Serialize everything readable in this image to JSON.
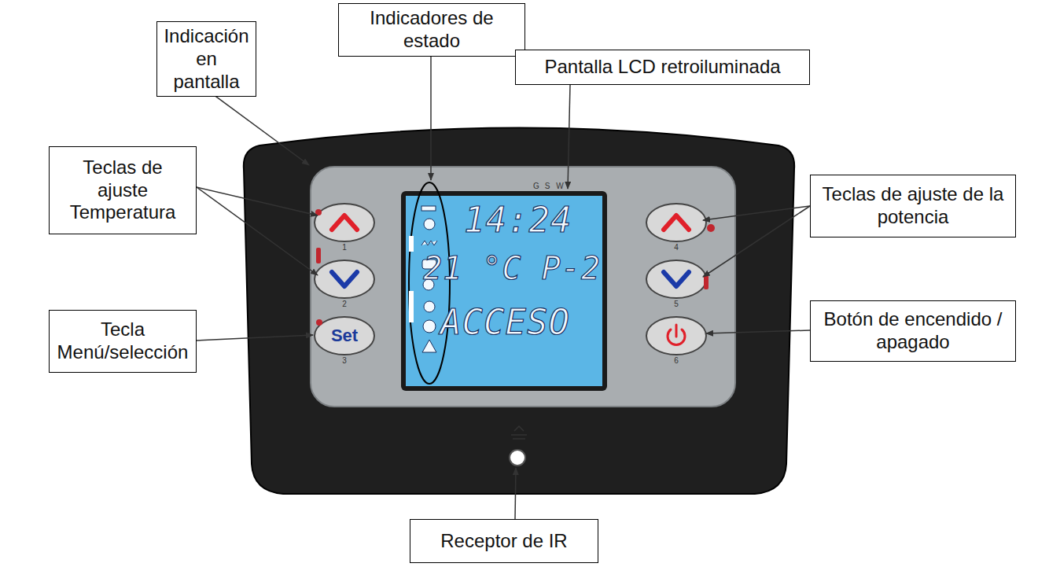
{
  "diagram": {
    "nodes": [
      {
        "text": [
          "Indicación en pantalla"
        ]
      },
      {
        "text": [
          "Indicadores de estado"
        ]
      },
      {
        "text": [
          "Pantalla LCD retroiluminada"
        ]
      },
      {
        "text": [
          "Teclas de ajuste Temperatura"
        ]
      },
      {
        "text": [
          "Teclas de ajuste de la potencia"
        ]
      },
      {
        "text": [
          "Tecla Menú/selección"
        ]
      },
      {
        "text": [
          "Botón de encendido / apagado"
        ]
      },
      {
        "text": [
          "Receptor de IR"
        ]
      }
    ],
    "labels": [
      "14:24",
      "21 °C P-2",
      "ACCESO",
      "Set",
      "1",
      "2",
      "3",
      "4",
      "5",
      "6",
      "G",
      "S",
      "W"
    ]
  }
}
